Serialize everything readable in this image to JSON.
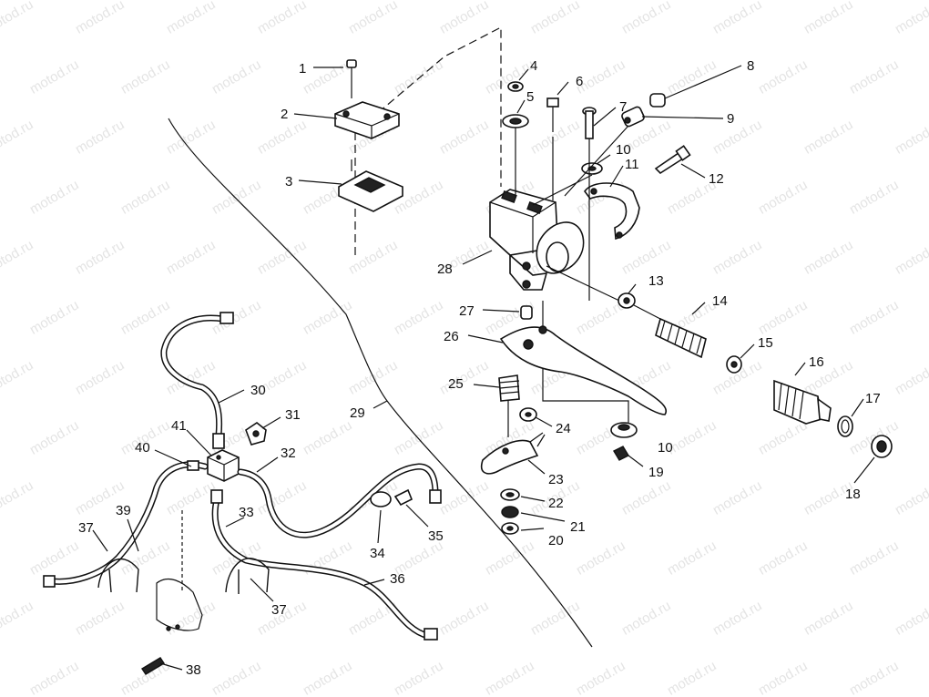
{
  "watermark": "motod.ru",
  "callouts": [
    "1",
    "2",
    "3",
    "4",
    "5",
    "6",
    "7",
    "8",
    "9",
    "10",
    "10",
    "11",
    "12",
    "13",
    "14",
    "15",
    "16",
    "17",
    "18",
    "19",
    "20",
    "21",
    "22",
    "23",
    "24",
    "25",
    "26",
    "27",
    "28",
    "29",
    "30",
    "31",
    "32",
    "33",
    "34",
    "35",
    "36",
    "37",
    "37",
    "38",
    "39",
    "40",
    "41"
  ]
}
